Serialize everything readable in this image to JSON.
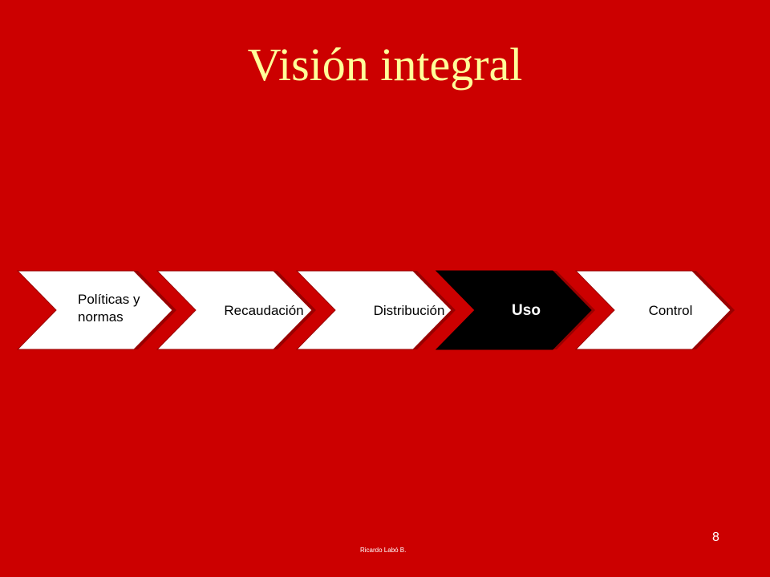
{
  "slide": {
    "title": "Visión integral",
    "footer_author": "Ricardo Labó B.",
    "page_number": "8"
  },
  "colors": {
    "background": "#cc0000",
    "title": "#ffff99",
    "step_fill": "#ffffff",
    "step_text": "#000000",
    "active_fill": "#000000",
    "active_text": "#ffffff",
    "shadow": "#990000"
  },
  "process": {
    "steps": [
      {
        "lines": [
          "Políticas y",
          "normas"
        ],
        "active": false
      },
      {
        "lines": [
          "Recaudación"
        ],
        "active": false
      },
      {
        "lines": [
          "Distribución"
        ],
        "active": false
      },
      {
        "lines": [
          "Uso"
        ],
        "active": true
      },
      {
        "lines": [
          "Control"
        ],
        "active": false
      }
    ]
  }
}
